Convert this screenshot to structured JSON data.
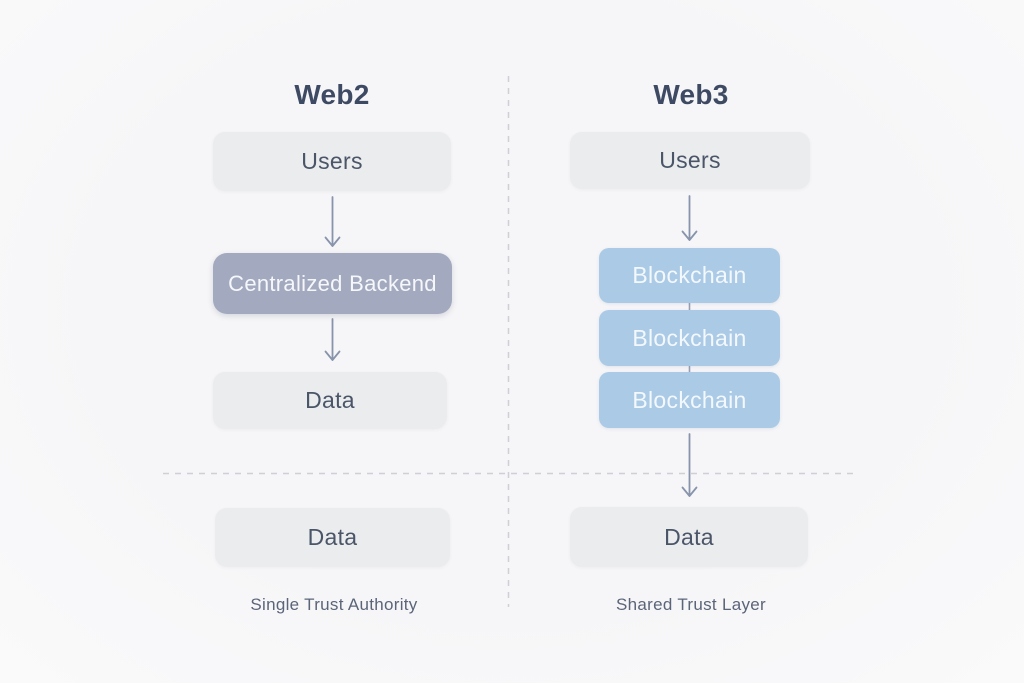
{
  "web2": {
    "title": "Web2",
    "users": "Users",
    "backend": "Centralized Backend",
    "data_top": "Data",
    "data_bottom": "Data",
    "caption": "Single Trust Authority"
  },
  "web3": {
    "title": "Web3",
    "users": "Users",
    "blockchain": [
      "Blockchain",
      "Blockchain",
      "Blockchain"
    ],
    "data_bottom": "Data",
    "caption": "Shared Trust Layer"
  },
  "colors": {
    "background": "#f7f7f9",
    "neutral_box": "#ebecee",
    "backend_box": "#a3aabf",
    "blockchain_box": "#abcae6",
    "dark_text": "#4a5568",
    "light_text": "#f5f7fa",
    "title_text": "#3e4a63",
    "caption_text": "#5b6579",
    "arrow": "#8893ac",
    "dashed_line": "#cfd0d6"
  }
}
